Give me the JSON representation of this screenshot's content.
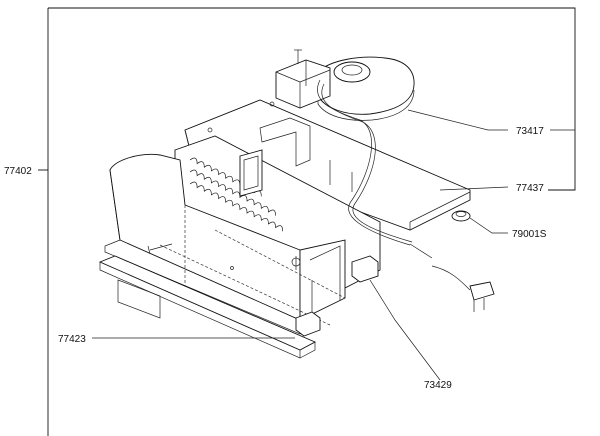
{
  "parts": [
    {
      "id": "77402",
      "label": "77402"
    },
    {
      "id": "73417",
      "label": "73417"
    },
    {
      "id": "77437",
      "label": "77437"
    },
    {
      "id": "79001S",
      "label": "79001S"
    },
    {
      "id": "77423",
      "label": "77423"
    },
    {
      "id": "73429",
      "label": "73429"
    }
  ]
}
